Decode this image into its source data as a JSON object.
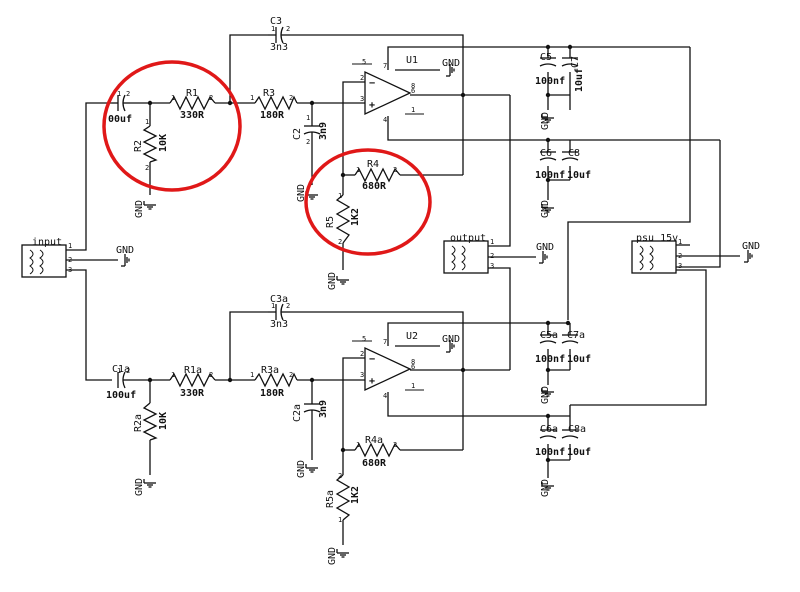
{
  "labels": {
    "c3": "C3",
    "c3_val": "3n3",
    "c3a": "C3a",
    "c3a_val": "3n3",
    "r1": "R1",
    "r1_val": "330R",
    "r1a": "R1a",
    "r1a_val": "330R",
    "r2": "R2",
    "r2_val": "10K",
    "r2a": "R2a",
    "r2a_val": "10K",
    "r3": "R3",
    "r3_val": "180R",
    "r3a": "R3a",
    "r3a_val": "180R",
    "r4": "R4",
    "r4_val": "680R",
    "r4a": "R4a",
    "r4a_val": "680R",
    "r5": "R5",
    "r5_val": "1K2",
    "r5a": "R5a",
    "r5a_val": "1K2",
    "c1_val": "00uf",
    "c1a": "C1a",
    "c1a_val": "100uf",
    "c2": "C2",
    "c2_val": "3n9",
    "c2a": "C2a",
    "c2a_val": "3n9",
    "c5": "C5",
    "c5_val": "100nf",
    "c5a": "C5a",
    "c5a_val": "100nf",
    "c6": "C6",
    "c6_val": "100nf",
    "c6a": "C6a",
    "c6a_val": "100nf",
    "c7": "C7",
    "c7_val": "10uf",
    "c7a": "C7a",
    "c7a_val": "10uf",
    "c8": "C8",
    "c8_val": "10uf",
    "c8a": "C8a",
    "c8a_val": "10uf",
    "u1": "U1",
    "u2": "U2",
    "input": "input",
    "output": "output",
    "psu": "psu  15v",
    "gnd": "GND"
  },
  "annotation_color": "#e01818"
}
